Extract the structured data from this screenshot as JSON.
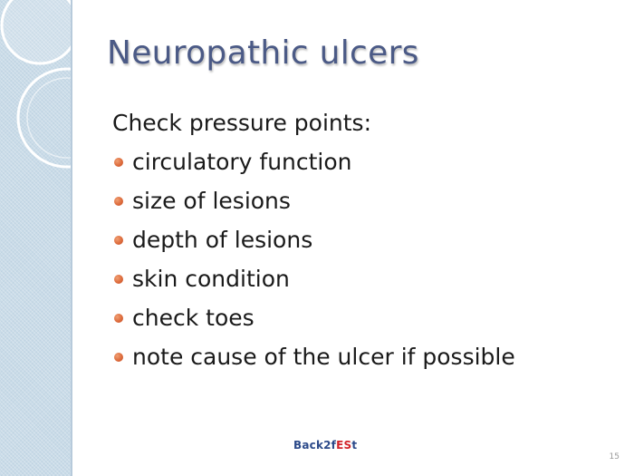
{
  "slide": {
    "title": "Neuropathic ulcers",
    "lead": "Check pressure points:",
    "bullets": [
      "circulatory function",
      "size of lesions",
      "depth of lesions",
      "skin condition",
      "check toes",
      "note cause of the ulcer if possible"
    ],
    "slide_number": "15"
  },
  "logo": {
    "part1": "Back2f",
    "part2": "ES",
    "part3": "t"
  },
  "colors": {
    "title": "#4b5a86",
    "side_panel": "#c9dbe8",
    "bullet": "#dd6b3c",
    "logo_blue": "#2c4a8a",
    "logo_red": "#d2232a"
  }
}
